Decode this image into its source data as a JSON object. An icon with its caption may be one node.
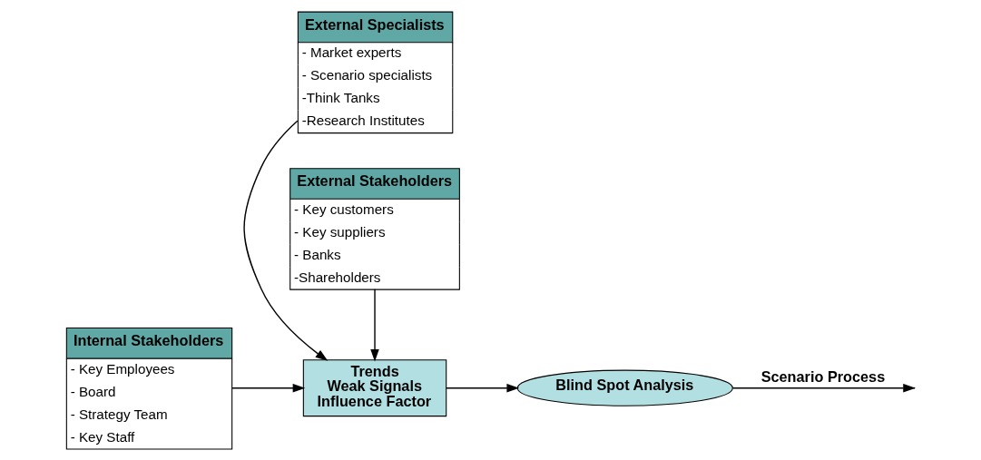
{
  "diagram": {
    "nodes": [
      {
        "text": [
          "External Specialists",
          "- Market experts",
          "- Scenario specialists",
          "-Think Tanks",
          "-Research Institutes"
        ]
      },
      {
        "text": [
          "Internal Stakeholders",
          "- Key Employees",
          "- Board",
          "- Strategy Team",
          "- Key Staff"
        ]
      },
      {
        "text": [
          "Trends",
          "Weak Signals",
          "Influence Factor"
        ]
      },
      {
        "text": [
          "Blind Spot Analysis"
        ]
      },
      {
        "text": [
          "External Stakeholders",
          "- Key customers",
          "- Key suppliers",
          "- Banks",
          "-Shareholders"
        ]
      }
    ],
    "edges": [
      {
        "from": 0,
        "to": 2,
        "arrow": "to"
      },
      {
        "from": 1,
        "to": 2,
        "arrow": "to"
      },
      {
        "from": 4,
        "to": 2,
        "arrow": "to"
      },
      {
        "from": 2,
        "to": 3,
        "arrow": "to"
      },
      {
        "from": 3,
        "to": null,
        "arrow": "to",
        "label": "Scenario Process"
      }
    ]
  }
}
